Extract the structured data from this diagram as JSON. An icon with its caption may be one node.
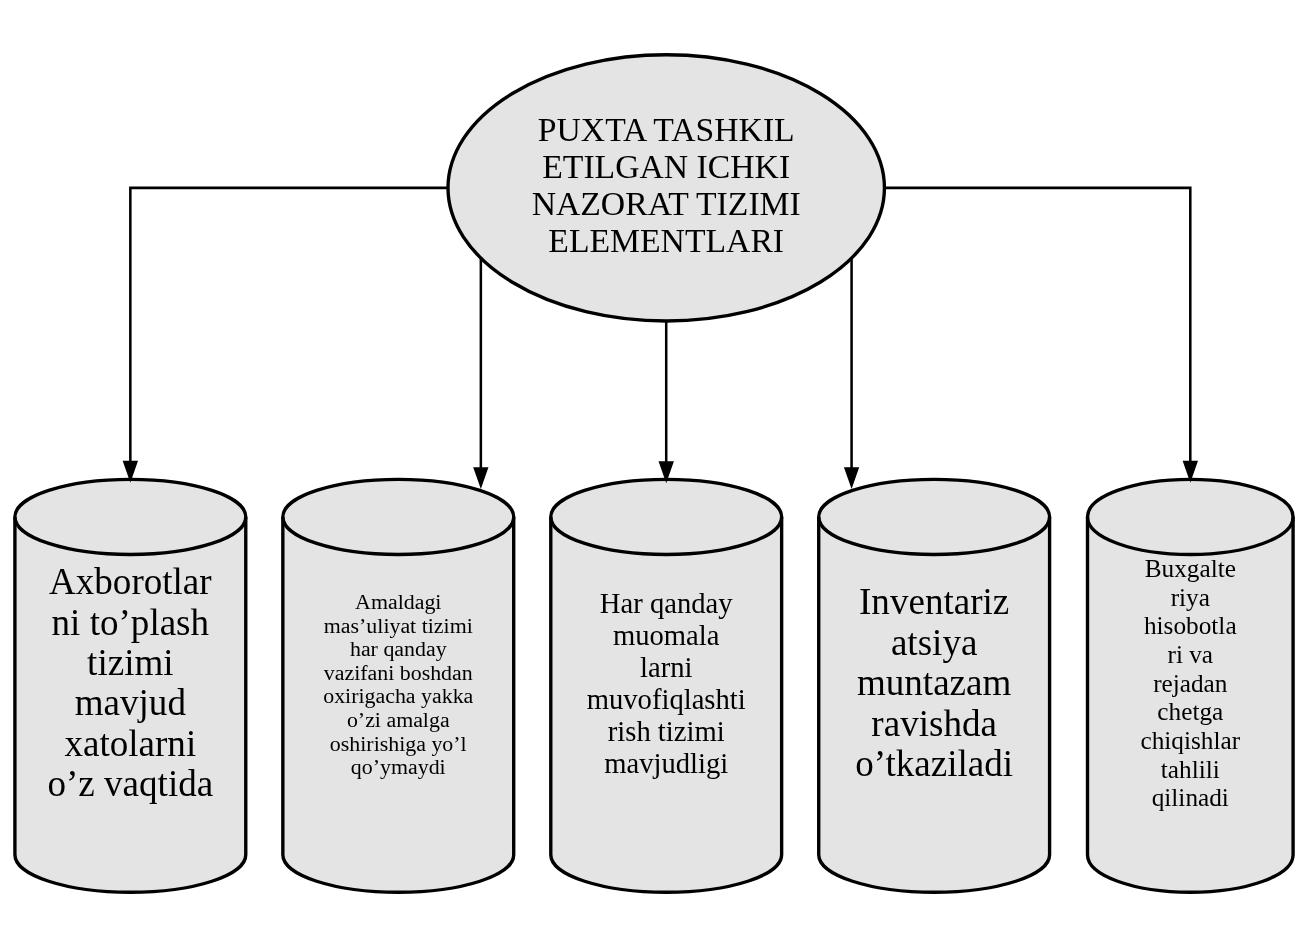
{
  "diagram": {
    "nodes": [
      {
        "text": [
          "PUXTA TASHKIL ETILGAN ICHKI NAZORAT TIZIMI ELEMENTLARI"
        ]
      },
      {
        "text": [
          "Axborotlar ni to’plash tizimi mavjud xatolarni o’z vaqtida"
        ]
      },
      {
        "text": [
          "Amaldagi mas’uliyat tizimi har qanday vazifani boshdan oxirigacha yakka o’zi amalga oshirishiga yo’l qo’ymaydi"
        ]
      },
      {
        "text": [
          "Har qanday muomala larni muvofiqlashti rish tizimi mavjudligi"
        ]
      },
      {
        "text": [
          "Inventariz atsiya muntazam ravishda o’tkaziladi"
        ]
      },
      {
        "text": [
          "Buxgalte riya hisobotla ri va rejadan chetga chiqishlar tahlili qilinadi"
        ]
      }
    ],
    "edges": [
      {
        "from": 0,
        "to": 1,
        "arrow": "to"
      },
      {
        "from": 0,
        "to": 2,
        "arrow": "to"
      },
      {
        "from": 0,
        "to": 3,
        "arrow": "to"
      },
      {
        "from": 0,
        "to": 4,
        "arrow": "to"
      },
      {
        "from": 0,
        "to": 5,
        "arrow": "to"
      }
    ]
  }
}
